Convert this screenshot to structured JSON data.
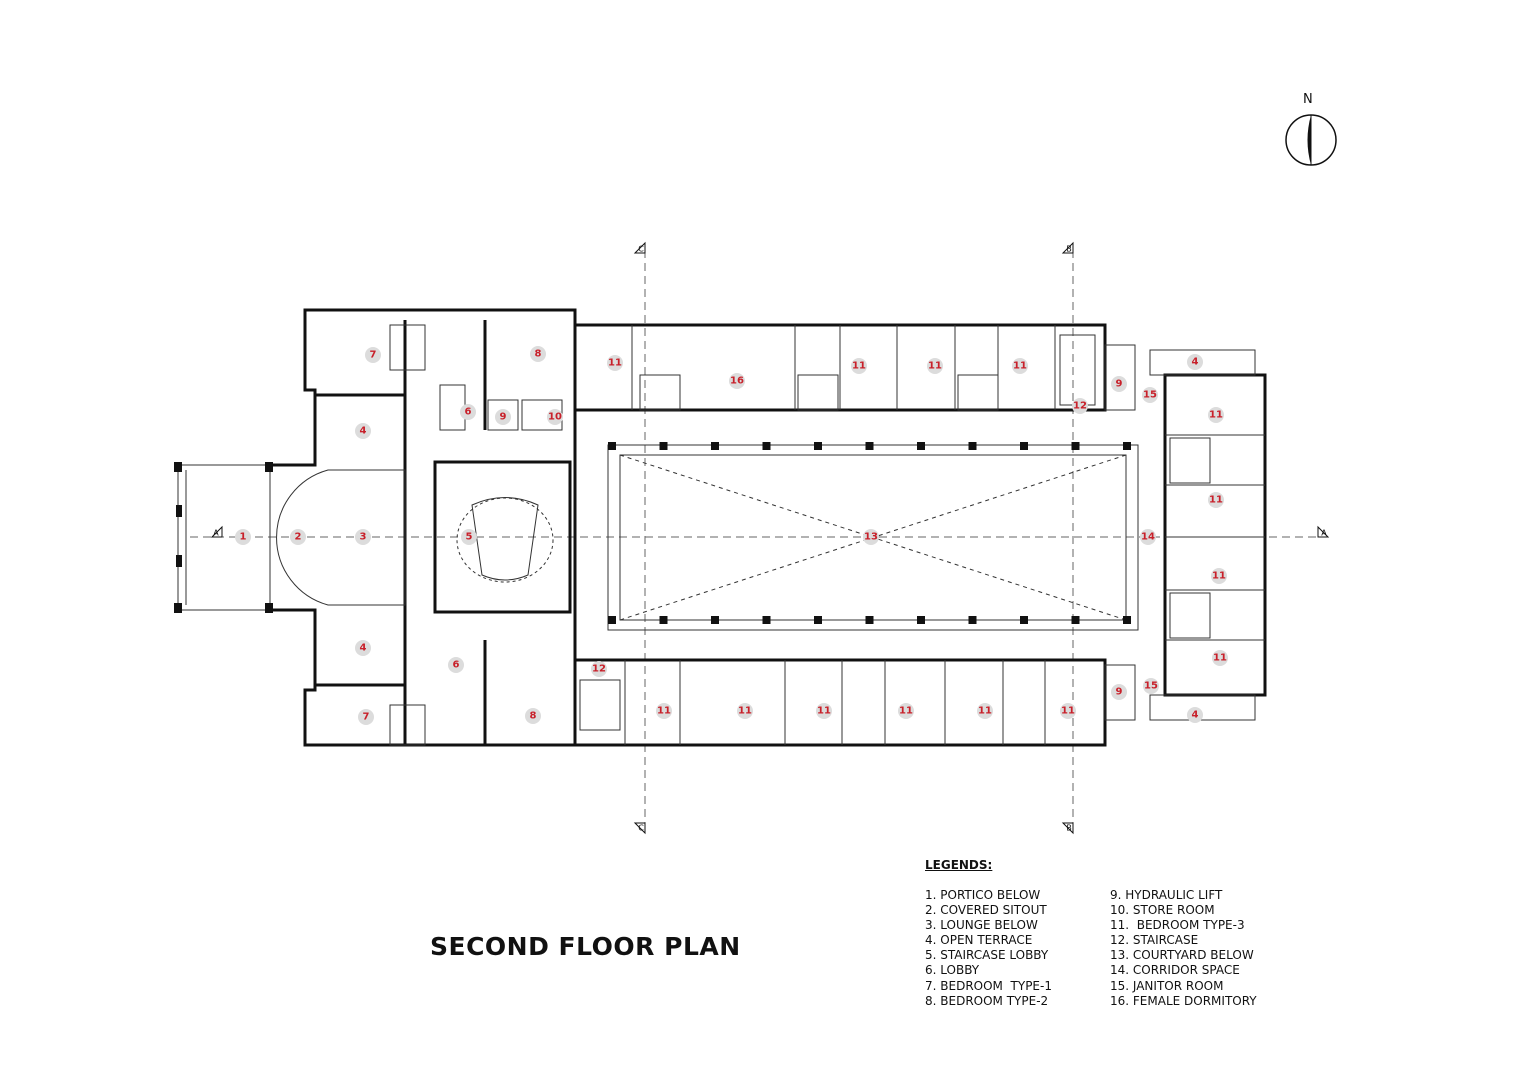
{
  "title": "SECOND FLOOR PLAN",
  "north": "N",
  "legend_heading": "LEGENDS:",
  "legend_left": [
    "1. PORTICO BELOW",
    "2. COVERED SITOUT",
    "3. LOUNGE BELOW",
    "4. OPEN TERRACE",
    "5. STAIRCASE LOBBY",
    "6. LOBBY",
    "7. BEDROOM  TYPE-1",
    "8. BEDROOM TYPE-2"
  ],
  "legend_right": [
    "9. HYDRAULIC LIFT",
    "10. STORE ROOM",
    "11.  BEDROOM TYPE-3",
    "12. STAIRCASE",
    "13. COURTYARD BELOW",
    "14. CORRIDOR SPACE",
    "15. JANITOR ROOM",
    "16. FEMALE DORMITORY"
  ],
  "section_marks": {
    "a": "A",
    "b": "B",
    "c": "C"
  },
  "room_labels": [
    {
      "text": "1"
    },
    {
      "text": "2"
    },
    {
      "text": "3"
    },
    {
      "text": "4"
    },
    {
      "text": "4"
    },
    {
      "text": "5"
    },
    {
      "text": "6"
    },
    {
      "text": "6"
    },
    {
      "text": "7"
    },
    {
      "text": "7"
    },
    {
      "text": "8"
    },
    {
      "text": "8"
    },
    {
      "text": "9"
    },
    {
      "text": "10"
    },
    {
      "text": "11"
    },
    {
      "text": "16"
    },
    {
      "text": "11"
    },
    {
      "text": "11"
    },
    {
      "text": "11"
    },
    {
      "text": "12"
    },
    {
      "text": "9"
    },
    {
      "text": "15"
    },
    {
      "text": "4"
    },
    {
      "text": "11"
    },
    {
      "text": "11"
    },
    {
      "text": "11"
    },
    {
      "text": "11"
    },
    {
      "text": "14"
    },
    {
      "text": "13"
    },
    {
      "text": "12"
    },
    {
      "text": "11"
    },
    {
      "text": "11"
    },
    {
      "text": "11"
    },
    {
      "text": "11"
    },
    {
      "text": "11"
    },
    {
      "text": "11"
    },
    {
      "text": "9"
    },
    {
      "text": "15"
    },
    {
      "text": "4"
    }
  ]
}
